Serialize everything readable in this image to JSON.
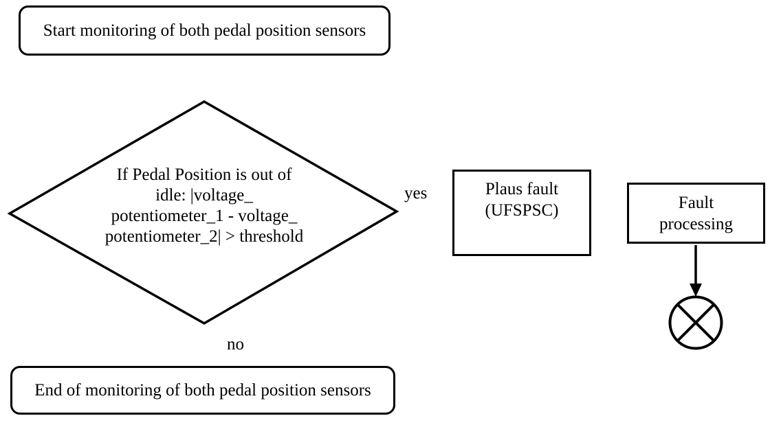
{
  "colors": {
    "ink": "#000000",
    "background": "#ffffff"
  },
  "icons": {
    "terminator": "crossed-circle-icon",
    "connector": "down-arrow-icon"
  },
  "nodes": {
    "start": {
      "label": "Start monitoring of both pedal position sensors"
    },
    "decision": {
      "lines": [
        "If Pedal Position is out of",
        "idle: |voltage_",
        "potentiometer_1 - voltage_",
        "potentiometer_2| > threshold"
      ]
    },
    "plaus_fault": {
      "lines": [
        "Plaus fault",
        "(UFSPSC)"
      ]
    },
    "fault_processing": {
      "lines": [
        "Fault",
        "processing"
      ]
    },
    "end": {
      "label": "End of monitoring of both pedal position sensors"
    }
  },
  "edges": {
    "yes_label": "yes",
    "no_label": "no"
  }
}
